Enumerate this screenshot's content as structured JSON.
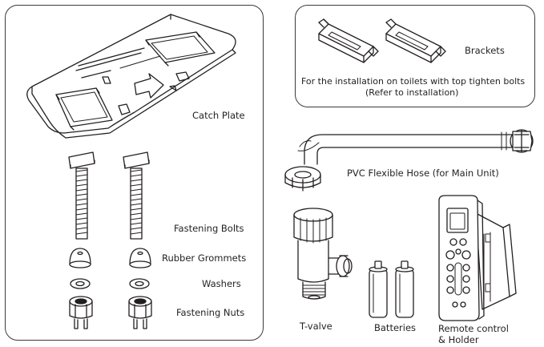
{
  "parts": {
    "catch_plate": "Catch Plate",
    "fastening_bolts": "Fastening Bolts",
    "rubber_grommets": "Rubber Grommets",
    "washers": "Washers",
    "fastening_nuts": "Fastening Nuts",
    "brackets": "Brackets",
    "brackets_note_line1": "For the installation on toilets with top tighten bolts",
    "brackets_note_line2": "(Refer to installation)",
    "pvc_hose": "PVC Flexible Hose (for Main Unit)",
    "t_valve": "T-valve",
    "batteries": "Batteries",
    "remote_line1": "Remote control",
    "remote_line2": "& Holder"
  },
  "icons": {
    "catch_plate": "catch-plate-illustration",
    "bolt": "bolt-illustration",
    "grommet": "rubber-grommet-illustration",
    "washer": "washer-illustration",
    "nut": "fastening-nut-illustration",
    "bracket": "bracket-illustration",
    "hose": "flexible-hose-illustration",
    "t_valve": "t-valve-illustration",
    "battery": "battery-illustration",
    "remote": "remote-control-illustration",
    "holder": "remote-holder-illustration"
  },
  "colors": {
    "line": "#231f20",
    "panel_border": "#3a3a3a",
    "background": "#ffffff"
  }
}
